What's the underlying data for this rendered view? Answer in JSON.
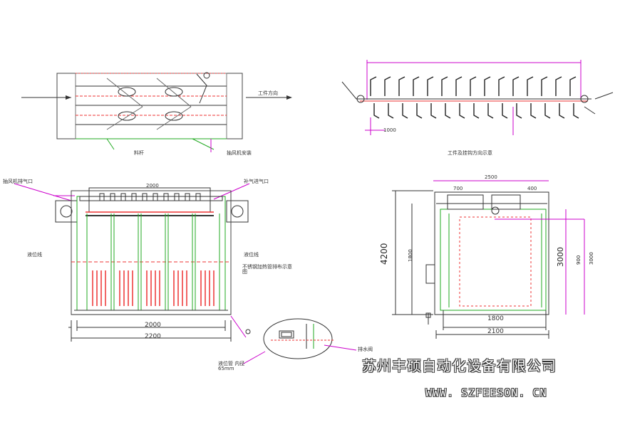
{
  "top_left_view": {
    "callout_left": "料杆",
    "callout_right": "抽风机安装",
    "flow_arrow_label": "工件方向"
  },
  "top_right_view": {
    "caption": "工件及挂钩方向示意",
    "dim_left": "1000"
  },
  "front_view": {
    "callout_left_top": "抽风机排气口",
    "callout_right_top": "补气进气口",
    "label_left_mid": "液位线",
    "label_right_mid": "液位线",
    "label_right_lower": "不锈钢加热管排布示意图",
    "dim_inner": "2000",
    "dim_outer": "2200",
    "dim_top": "2000"
  },
  "detail_view": {
    "label_note": "排水阀",
    "label_bottom": "液位管 内径65mm"
  },
  "side_view": {
    "dim_top": "2500",
    "dim_top_left": "700",
    "dim_top_right": "400",
    "dim_height_outer": "4200",
    "dim_height_mid": "1800",
    "dim_height_right": "3000",
    "dim_height_far": "900",
    "dim_height_far2": "3000",
    "dim_bottom_inner": "1800",
    "dim_bottom_outer": "2100"
  },
  "watermark": {
    "company": "苏州丰硕自动化设备有限公司",
    "website": "WWW. SZFEESON. CN"
  }
}
